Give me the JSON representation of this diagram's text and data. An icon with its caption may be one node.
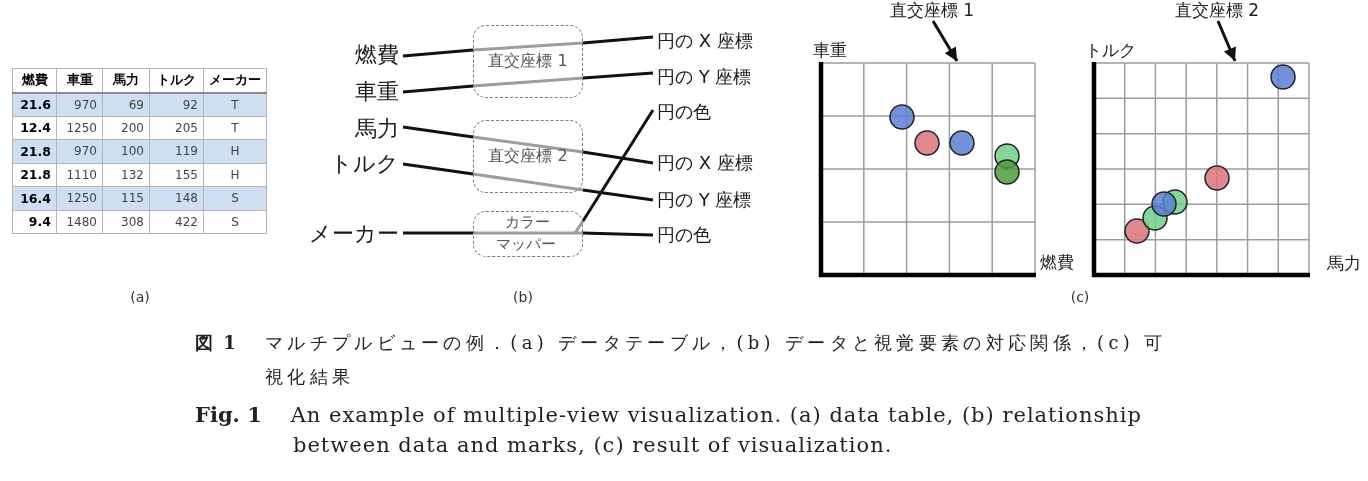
{
  "diagram": {
    "caption": "**図 1** マルチプルビューの例．(a) データテーブル，(b) データと視覚要素の対応関係，(c) 可視化結果",
    "nodes": [
      {
        "text": [
          "燃費"
        ]
      },
      {
        "text": [
          "車重"
        ]
      },
      {
        "text": [
          "馬力"
        ]
      },
      {
        "text": [
          "トルク"
        ]
      },
      {
        "text": [
          "メーカー"
        ]
      },
      {
        "text": [
          "直交座標 1"
        ]
      },
      {
        "text": [
          "直交座標 2"
        ]
      },
      {
        "text": [
          "カラーマッパー"
        ]
      },
      {
        "text": [
          "円の X 座標"
        ]
      },
      {
        "text": [
          "円の Y 座標"
        ]
      },
      {
        "text": [
          "円の色"
        ]
      },
      {
        "text": [
          "円の X 座標"
        ]
      },
      {
        "text": [
          "円の Y 座標"
        ]
      },
      {
        "text": [
          "円の色"
        ]
      },
      {
        "text": [
          "直交座標 1"
        ]
      },
      {
        "text": [],
        "shape": "picture",
        "beside": [
          "車重",
          "燃費"
        ]
      },
      {
        "text": [
          "直交座標 2"
        ]
      },
      {
        "text": [],
        "shape": "picture",
        "beside": [
          "トルク",
          "馬力"
        ]
      }
    ],
    "edges": [
      {
        "from": 0,
        "to": 5,
        "arrow": "none"
      },
      {
        "from": 1,
        "to": 5,
        "arrow": "none"
      },
      {
        "from": 5,
        "to": 8,
        "arrow": "none"
      },
      {
        "from": 5,
        "to": 9,
        "arrow": "none"
      },
      {
        "from": 2,
        "to": 6,
        "arrow": "none"
      },
      {
        "from": 3,
        "to": 6,
        "arrow": "none"
      },
      {
        "from": 6,
        "to": 11,
        "arrow": "none"
      },
      {
        "from": 6,
        "to": 12,
        "arrow": "none"
      },
      {
        "from": 4,
        "to": 7,
        "arrow": "none"
      },
      {
        "from": 7,
        "to": 10,
        "arrow": "none"
      },
      {
        "from": 7,
        "to": 13,
        "arrow": "none"
      },
      {
        "from": 14,
        "to": 15,
        "arrow": "to"
      },
      {
        "from": 16,
        "to": 17,
        "arrow": "to"
      }
    ],
    "labels": [
      "燃費",
      "車重",
      "馬力",
      "トルク",
      "メーカー",
      "21.6",
      "970",
      "69",
      "92",
      "T",
      "12.4",
      "1250",
      "200",
      "205",
      "T",
      "21.8",
      "970",
      "100",
      "119",
      "H",
      "21.8",
      "1110",
      "132",
      "155",
      "H",
      "16.4",
      "1250",
      "115",
      "148",
      "S",
      "9.4",
      "1480",
      "308",
      "422",
      "S",
      "(a)",
      "(b)",
      "(c)",
      "**Fig. 1** An example of multiple-view visualization. (a) data table, (b) relationship between data and marks, (c) result of visualization."
    ]
  }
}
